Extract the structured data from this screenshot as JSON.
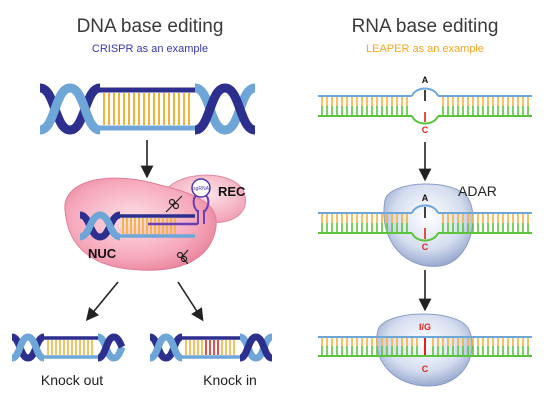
{
  "left": {
    "title": "DNA base editing",
    "subtitle": "CRISPR  as an example",
    "rec_label": "REC",
    "nuc_label": "NUC",
    "sgrna_label": "sgRNA",
    "knock_out_label": "Knock out",
    "knock_in_label": "Knock in"
  },
  "right": {
    "title": "RNA base editing",
    "subtitle": "LEAPER as an example",
    "adar_label": "ADAR",
    "base_a_1": "A",
    "base_c_1": "C",
    "base_a_2": "A",
    "base_c_2": "C",
    "base_ig": "I/G",
    "base_c_3": "C"
  },
  "colors": {
    "subtitle_left": "#3a3ab0",
    "subtitle_right": "#f5a623",
    "helix_dark": "#2d2f8f",
    "helix_light": "#6fa6d8",
    "rung_yellow": "#f3b23a",
    "strand_green": "#5ac43a",
    "edit_red": "#e2231a",
    "nuc_pink": "#f49ab0",
    "adar_blue": "#9fb2d8"
  }
}
